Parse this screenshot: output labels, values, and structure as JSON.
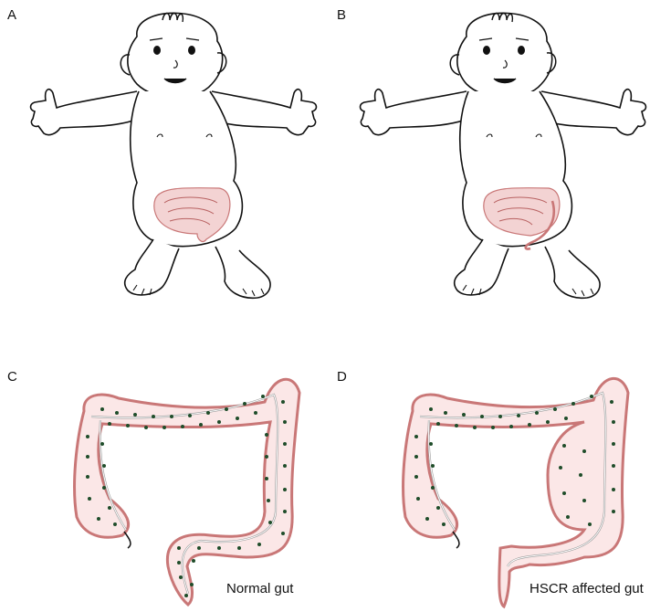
{
  "panels": {
    "a": {
      "label": "A"
    },
    "b": {
      "label": "B"
    },
    "c": {
      "label": "C",
      "caption": "Normal gut"
    },
    "d": {
      "label": "D",
      "caption": "HSCR affected gut"
    }
  },
  "colors": {
    "outline": "#111111",
    "gut_fill": "#f3d3d3",
    "gut_edge": "#c97777",
    "ganglion_dot": "#1f4d2a",
    "background": "#ffffff"
  }
}
